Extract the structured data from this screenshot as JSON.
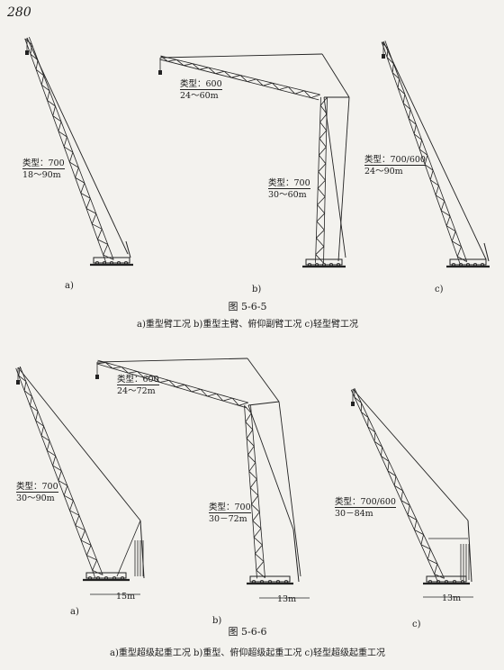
{
  "page_number": "280",
  "fig1": {
    "title": "图 5-6-5",
    "caption": "a)重型臂工况  b)重型主臂、俯仰副臂工况  c)轻型臂工况",
    "a": {
      "type": "类型：700",
      "range": "18～90m",
      "sub": "a)"
    },
    "b": {
      "type_jib": "类型：600",
      "range_jib": "24～60m",
      "type_main": "类型：700",
      "range_main": "30～60m",
      "sub": "b)"
    },
    "c": {
      "type": "类型：700/600",
      "range": "24～90m",
      "sub": "c)"
    }
  },
  "fig2": {
    "title": "图 5-6-6",
    "caption": "a)重型超级起重工况  b)重型、俯仰超级起重工况  c)轻型超级起重工况",
    "a": {
      "type": "类型：700",
      "range": "30～90m",
      "dim": "15m",
      "sub": "a)"
    },
    "b": {
      "type_jib": "类型：600",
      "range_jib": "24～72m",
      "type_main": "类型：700",
      "range_main": "30－72m",
      "dim": "13m",
      "sub": "b)"
    },
    "c": {
      "type": "类型：700/600",
      "range": "30－84m",
      "dim": "13m",
      "sub": "c)"
    }
  }
}
